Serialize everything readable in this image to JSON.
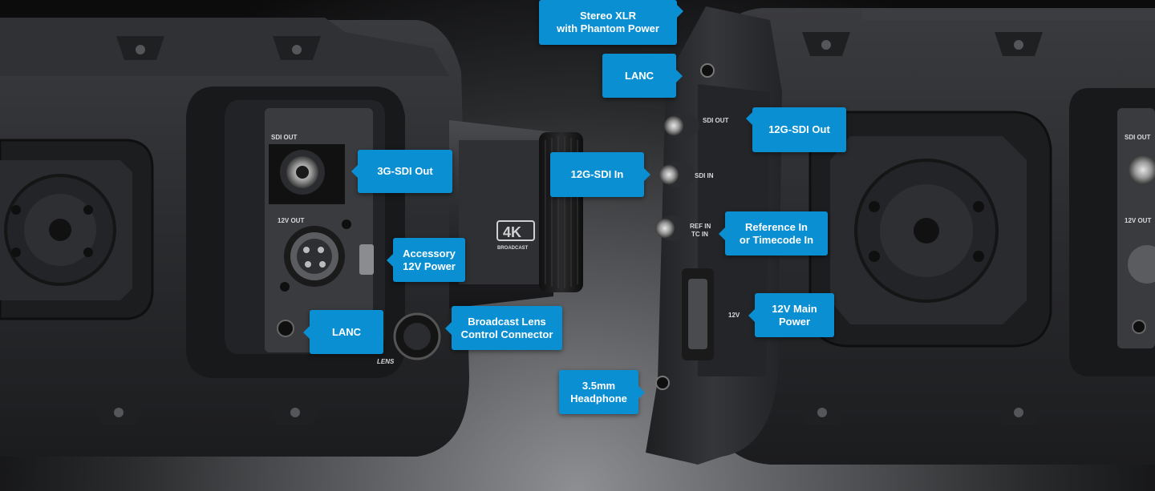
{
  "camera_labels": {
    "left_sdi_out": "SDI OUT",
    "left_12v_out": "12V OUT",
    "lens": "LENS",
    "badge_4k": "4K",
    "badge_broadcast": "BROADCAST",
    "right_sdi_out": "SDI OUT",
    "right_sdi_in": "SDI IN",
    "right_ref_in": "REF IN",
    "right_tc_in": "TC IN",
    "right_12v": "12V",
    "right_far_sdi_out": "SDI OUT",
    "right_far_12v_out": "12V OUT"
  },
  "callouts": {
    "sdi3g_out": [
      "3G-SDI Out"
    ],
    "accessory_power": [
      "Accessory",
      "12V Power"
    ],
    "lanc_left": [
      "LANC"
    ],
    "lens_connector": [
      "Broadcast Lens",
      "Control Connector"
    ],
    "sdi12g_in": [
      "12G-SDI In"
    ],
    "stereo_xlr": [
      "Stereo XLR",
      "with Phantom Power"
    ],
    "lanc_right": [
      "LANC"
    ],
    "sdi12g_out": [
      "12G-SDI Out"
    ],
    "reference_in": [
      "Reference In",
      "or Timecode In"
    ],
    "main_power": [
      "12V Main",
      "Power"
    ],
    "headphone": [
      "3.5mm",
      "Headphone"
    ]
  },
  "colors": {
    "callout_blue": "#0b8fd3",
    "camera_body": "#2b2c2f",
    "panel_dark": "#18191b",
    "label_text": "#d9d9d9"
  }
}
